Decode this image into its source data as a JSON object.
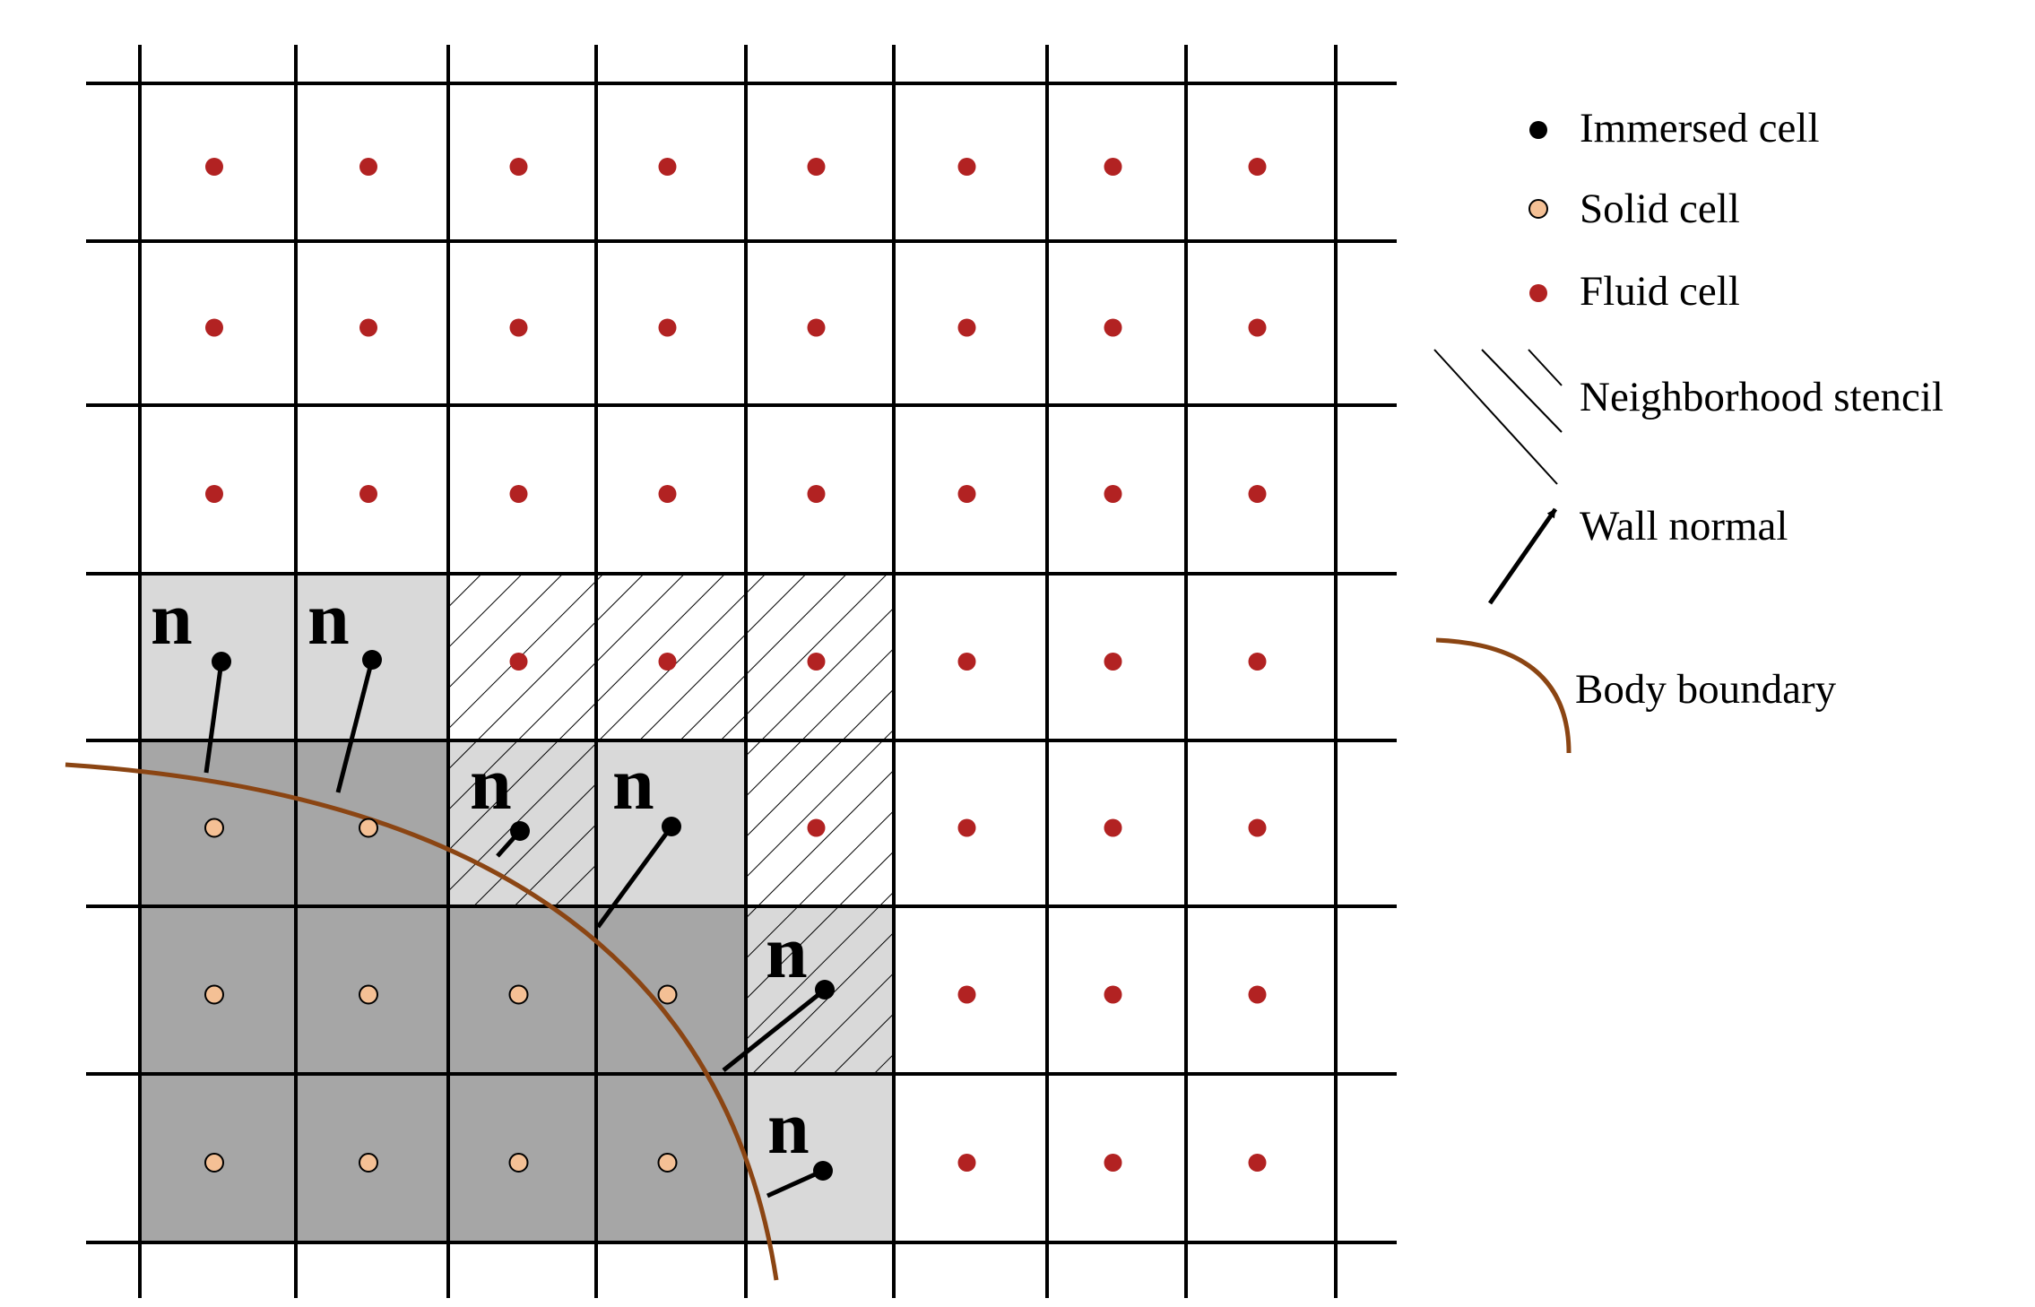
{
  "grid": {
    "columns": 8,
    "rows": 7
  },
  "cells": {
    "solid": [
      [
        4,
        0
      ],
      [
        4,
        1
      ],
      [
        5,
        0
      ],
      [
        5,
        1
      ],
      [
        5,
        2
      ],
      [
        5,
        3
      ],
      [
        6,
        0
      ],
      [
        6,
        1
      ],
      [
        6,
        2
      ],
      [
        6,
        3
      ]
    ],
    "immersed": [
      [
        3,
        0
      ],
      [
        3,
        1
      ],
      [
        4,
        2
      ],
      [
        4,
        3
      ],
      [
        5,
        4
      ],
      [
        6,
        4
      ]
    ],
    "stencil": [
      [
        3,
        2
      ],
      [
        3,
        3
      ],
      [
        3,
        4
      ],
      [
        4,
        2
      ],
      [
        4,
        4
      ],
      [
        5,
        4
      ]
    ]
  },
  "normal_label": "n",
  "legend": {
    "immersed": "Immersed cell",
    "solid": "Solid cell",
    "fluid": "Fluid cell",
    "stencil": "Neighborhood stencil",
    "normal": "Wall normal",
    "boundary": "Body boundary"
  },
  "colors": {
    "grid_line": "#000000",
    "solid_fill": "#a6a6a6",
    "immersed_fill": "#d9d9d9",
    "fluid_dot": "#b22222",
    "solid_dot": "#f4c095",
    "immersed_dot": "#000000",
    "boundary": "#8b4513",
    "arrow": "#000000"
  }
}
